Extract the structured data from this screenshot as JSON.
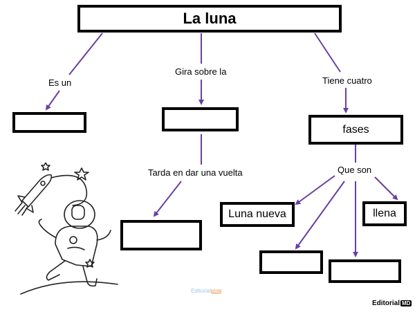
{
  "title": "La luna",
  "branches": {
    "left": {
      "label": "Es un",
      "answer": ""
    },
    "middle": {
      "label": "Gira sobre la",
      "answer": ""
    },
    "middle_lower": {
      "label": "Tarda en dar una vuelta",
      "answer": ""
    },
    "right": {
      "label": "Tiene cuatro",
      "answer": "fases"
    }
  },
  "phases": {
    "label": "Que son",
    "items": [
      "Luna nueva",
      "",
      "",
      "llena"
    ]
  },
  "brand": {
    "text": "Editorial",
    "mark": "MD"
  },
  "watermark": {
    "text": "Editorial",
    "mark": "MD"
  },
  "colors": {
    "line": "#6a3ea1",
    "box_border": "#000000"
  },
  "illustration": "astronaut-rocket-icon"
}
